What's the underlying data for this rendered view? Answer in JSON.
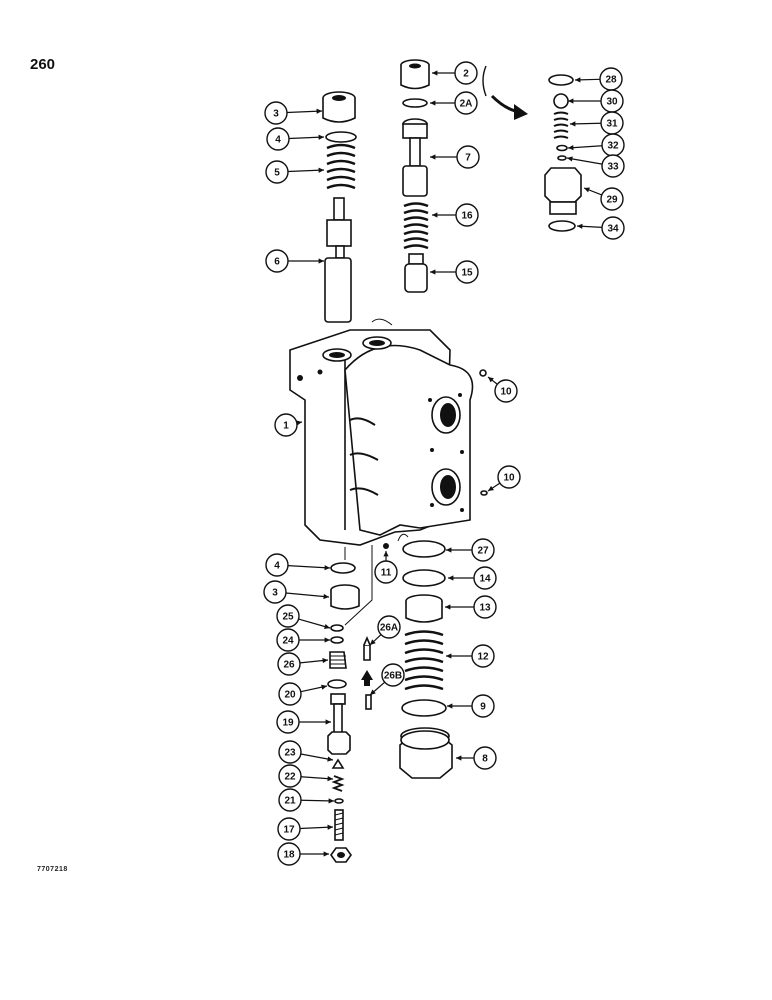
{
  "page_number": "260",
  "drawing_code": "7707218",
  "callouts": [
    {
      "label": "1"
    },
    {
      "label": "2"
    },
    {
      "label": "2A"
    },
    {
      "label": "3"
    },
    {
      "label": "4"
    },
    {
      "label": "5"
    },
    {
      "label": "6"
    },
    {
      "label": "7"
    },
    {
      "label": "8"
    },
    {
      "label": "9"
    },
    {
      "label": "10"
    },
    {
      "label": "10"
    },
    {
      "label": "11"
    },
    {
      "label": "12"
    },
    {
      "label": "13"
    },
    {
      "label": "14"
    },
    {
      "label": "15"
    },
    {
      "label": "16"
    },
    {
      "label": "17"
    },
    {
      "label": "18"
    },
    {
      "label": "19"
    },
    {
      "label": "20"
    },
    {
      "label": "21"
    },
    {
      "label": "22"
    },
    {
      "label": "23"
    },
    {
      "label": "24"
    },
    {
      "label": "25"
    },
    {
      "label": "26"
    },
    {
      "label": "26A"
    },
    {
      "label": "26B"
    },
    {
      "label": "27"
    },
    {
      "label": "28"
    },
    {
      "label": "29"
    },
    {
      "label": "30"
    },
    {
      "label": "31"
    },
    {
      "label": "32"
    },
    {
      "label": "33"
    },
    {
      "label": "34"
    },
    {
      "label": "3"
    },
    {
      "label": "4"
    }
  ]
}
